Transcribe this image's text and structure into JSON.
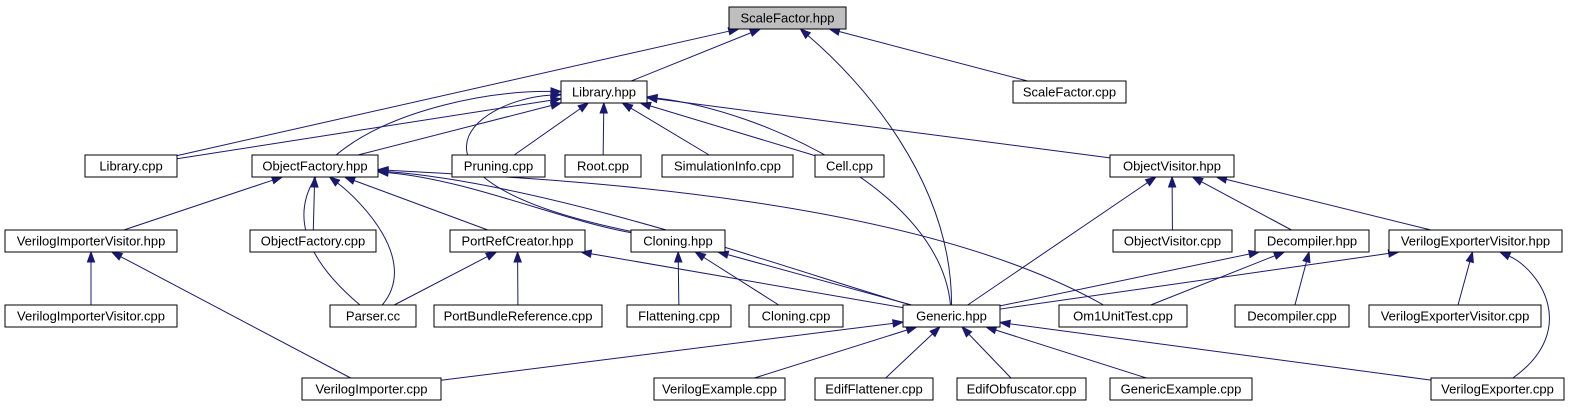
{
  "diagram": {
    "type": "include-dependency-graph",
    "colors": {
      "edge": "#191970",
      "root_fill": "#bfbfbf",
      "node_fill": "#ffffff",
      "node_border": "#000000"
    },
    "root": "ScaleFactor.hpp",
    "nodes": {
      "scalefactor_hpp": "ScaleFactor.hpp",
      "library_hpp": "Library.hpp",
      "scalefactor_cpp": "ScaleFactor.cpp",
      "library_cpp": "Library.cpp",
      "objectfactory_hpp": "ObjectFactory.hpp",
      "pruning_cpp": "Pruning.cpp",
      "root_cpp": "Root.cpp",
      "simulationinfo_cpp": "SimulationInfo.cpp",
      "cell_cpp": "Cell.cpp",
      "objectvisitor_hpp": "ObjectVisitor.hpp",
      "verilogimportervisitor_hpp": "VerilogImporterVisitor.hpp",
      "objectfactory_cpp": "ObjectFactory.cpp",
      "portrefcreator_hpp": "PortRefCreator.hpp",
      "cloning_hpp": "Cloning.hpp",
      "objectvisitor_cpp": "ObjectVisitor.cpp",
      "decompiler_hpp": "Decompiler.hpp",
      "verilogexportervisitor_hpp": "VerilogExporterVisitor.hpp",
      "verilogimportervisitor_cpp": "VerilogImporterVisitor.cpp",
      "parser_cc": "Parser.cc",
      "portbundlereference_cpp": "PortBundleReference.cpp",
      "flattening_cpp": "Flattening.cpp",
      "cloning_cpp": "Cloning.cpp",
      "generic_hpp": "Generic.hpp",
      "om1unittest_cpp": "Om1UnitTest.cpp",
      "decompiler_cpp": "Decompiler.cpp",
      "verilogexportervisitor_cpp": "VerilogExporterVisitor.cpp",
      "verilogimporter_cpp": "VerilogImporter.cpp",
      "verilogexample_cpp": "VerilogExample.cpp",
      "ediflattener_cpp": "EdifFlattener.cpp",
      "edifobfuscator_cpp": "EdifObfuscator.cpp",
      "genericexample_cpp": "GenericExample.cpp",
      "verilogexporter_cpp": "VerilogExporter.cpp"
    },
    "edges": [
      [
        "library_hpp",
        "scalefactor_hpp"
      ],
      [
        "scalefactor_cpp",
        "scalefactor_hpp"
      ],
      [
        "library_cpp",
        "scalefactor_hpp"
      ],
      [
        "generic_hpp",
        "scalefactor_hpp"
      ],
      [
        "library_cpp",
        "library_hpp"
      ],
      [
        "objectfactory_hpp",
        "library_hpp"
      ],
      [
        "pruning_cpp",
        "library_hpp"
      ],
      [
        "root_cpp",
        "library_hpp"
      ],
      [
        "simulationinfo_cpp",
        "library_hpp"
      ],
      [
        "cell_cpp",
        "library_hpp"
      ],
      [
        "objectvisitor_hpp",
        "library_hpp"
      ],
      [
        "parser_cc",
        "library_hpp"
      ],
      [
        "cloning_hpp",
        "library_hpp"
      ],
      [
        "generic_hpp",
        "library_hpp"
      ],
      [
        "verilogimportervisitor_hpp",
        "objectfactory_hpp"
      ],
      [
        "objectfactory_cpp",
        "objectfactory_hpp"
      ],
      [
        "portrefcreator_hpp",
        "objectfactory_hpp"
      ],
      [
        "cloning_hpp",
        "objectfactory_hpp"
      ],
      [
        "parser_cc",
        "objectfactory_hpp"
      ],
      [
        "generic_hpp",
        "objectfactory_hpp"
      ],
      [
        "om1unittest_cpp",
        "objectfactory_hpp"
      ],
      [
        "objectvisitor_cpp",
        "objectvisitor_hpp"
      ],
      [
        "decompiler_hpp",
        "objectvisitor_hpp"
      ],
      [
        "verilogexportervisitor_hpp",
        "objectvisitor_hpp"
      ],
      [
        "generic_hpp",
        "objectvisitor_hpp"
      ],
      [
        "verilogimportervisitor_cpp",
        "verilogimportervisitor_hpp"
      ],
      [
        "verilogimporter_cpp",
        "verilogimportervisitor_hpp"
      ],
      [
        "parser_cc",
        "portrefcreator_hpp"
      ],
      [
        "portbundlereference_cpp",
        "portrefcreator_hpp"
      ],
      [
        "generic_hpp",
        "portrefcreator_hpp"
      ],
      [
        "flattening_cpp",
        "cloning_hpp"
      ],
      [
        "cloning_cpp",
        "cloning_hpp"
      ],
      [
        "generic_hpp",
        "cloning_hpp"
      ],
      [
        "generic_hpp",
        "decompiler_hpp"
      ],
      [
        "om1unittest_cpp",
        "decompiler_hpp"
      ],
      [
        "decompiler_cpp",
        "decompiler_hpp"
      ],
      [
        "generic_hpp",
        "verilogexportervisitor_hpp"
      ],
      [
        "verilogexportervisitor_cpp",
        "verilogexportervisitor_hpp"
      ],
      [
        "verilogexporter_cpp",
        "verilogexportervisitor_hpp"
      ],
      [
        "verilogimporter_cpp",
        "generic_hpp"
      ],
      [
        "verilogexample_cpp",
        "generic_hpp"
      ],
      [
        "ediflattener_cpp",
        "generic_hpp"
      ],
      [
        "edifobfuscator_cpp",
        "generic_hpp"
      ],
      [
        "genericexample_cpp",
        "generic_hpp"
      ],
      [
        "verilogexporter_cpp",
        "generic_hpp"
      ]
    ]
  }
}
